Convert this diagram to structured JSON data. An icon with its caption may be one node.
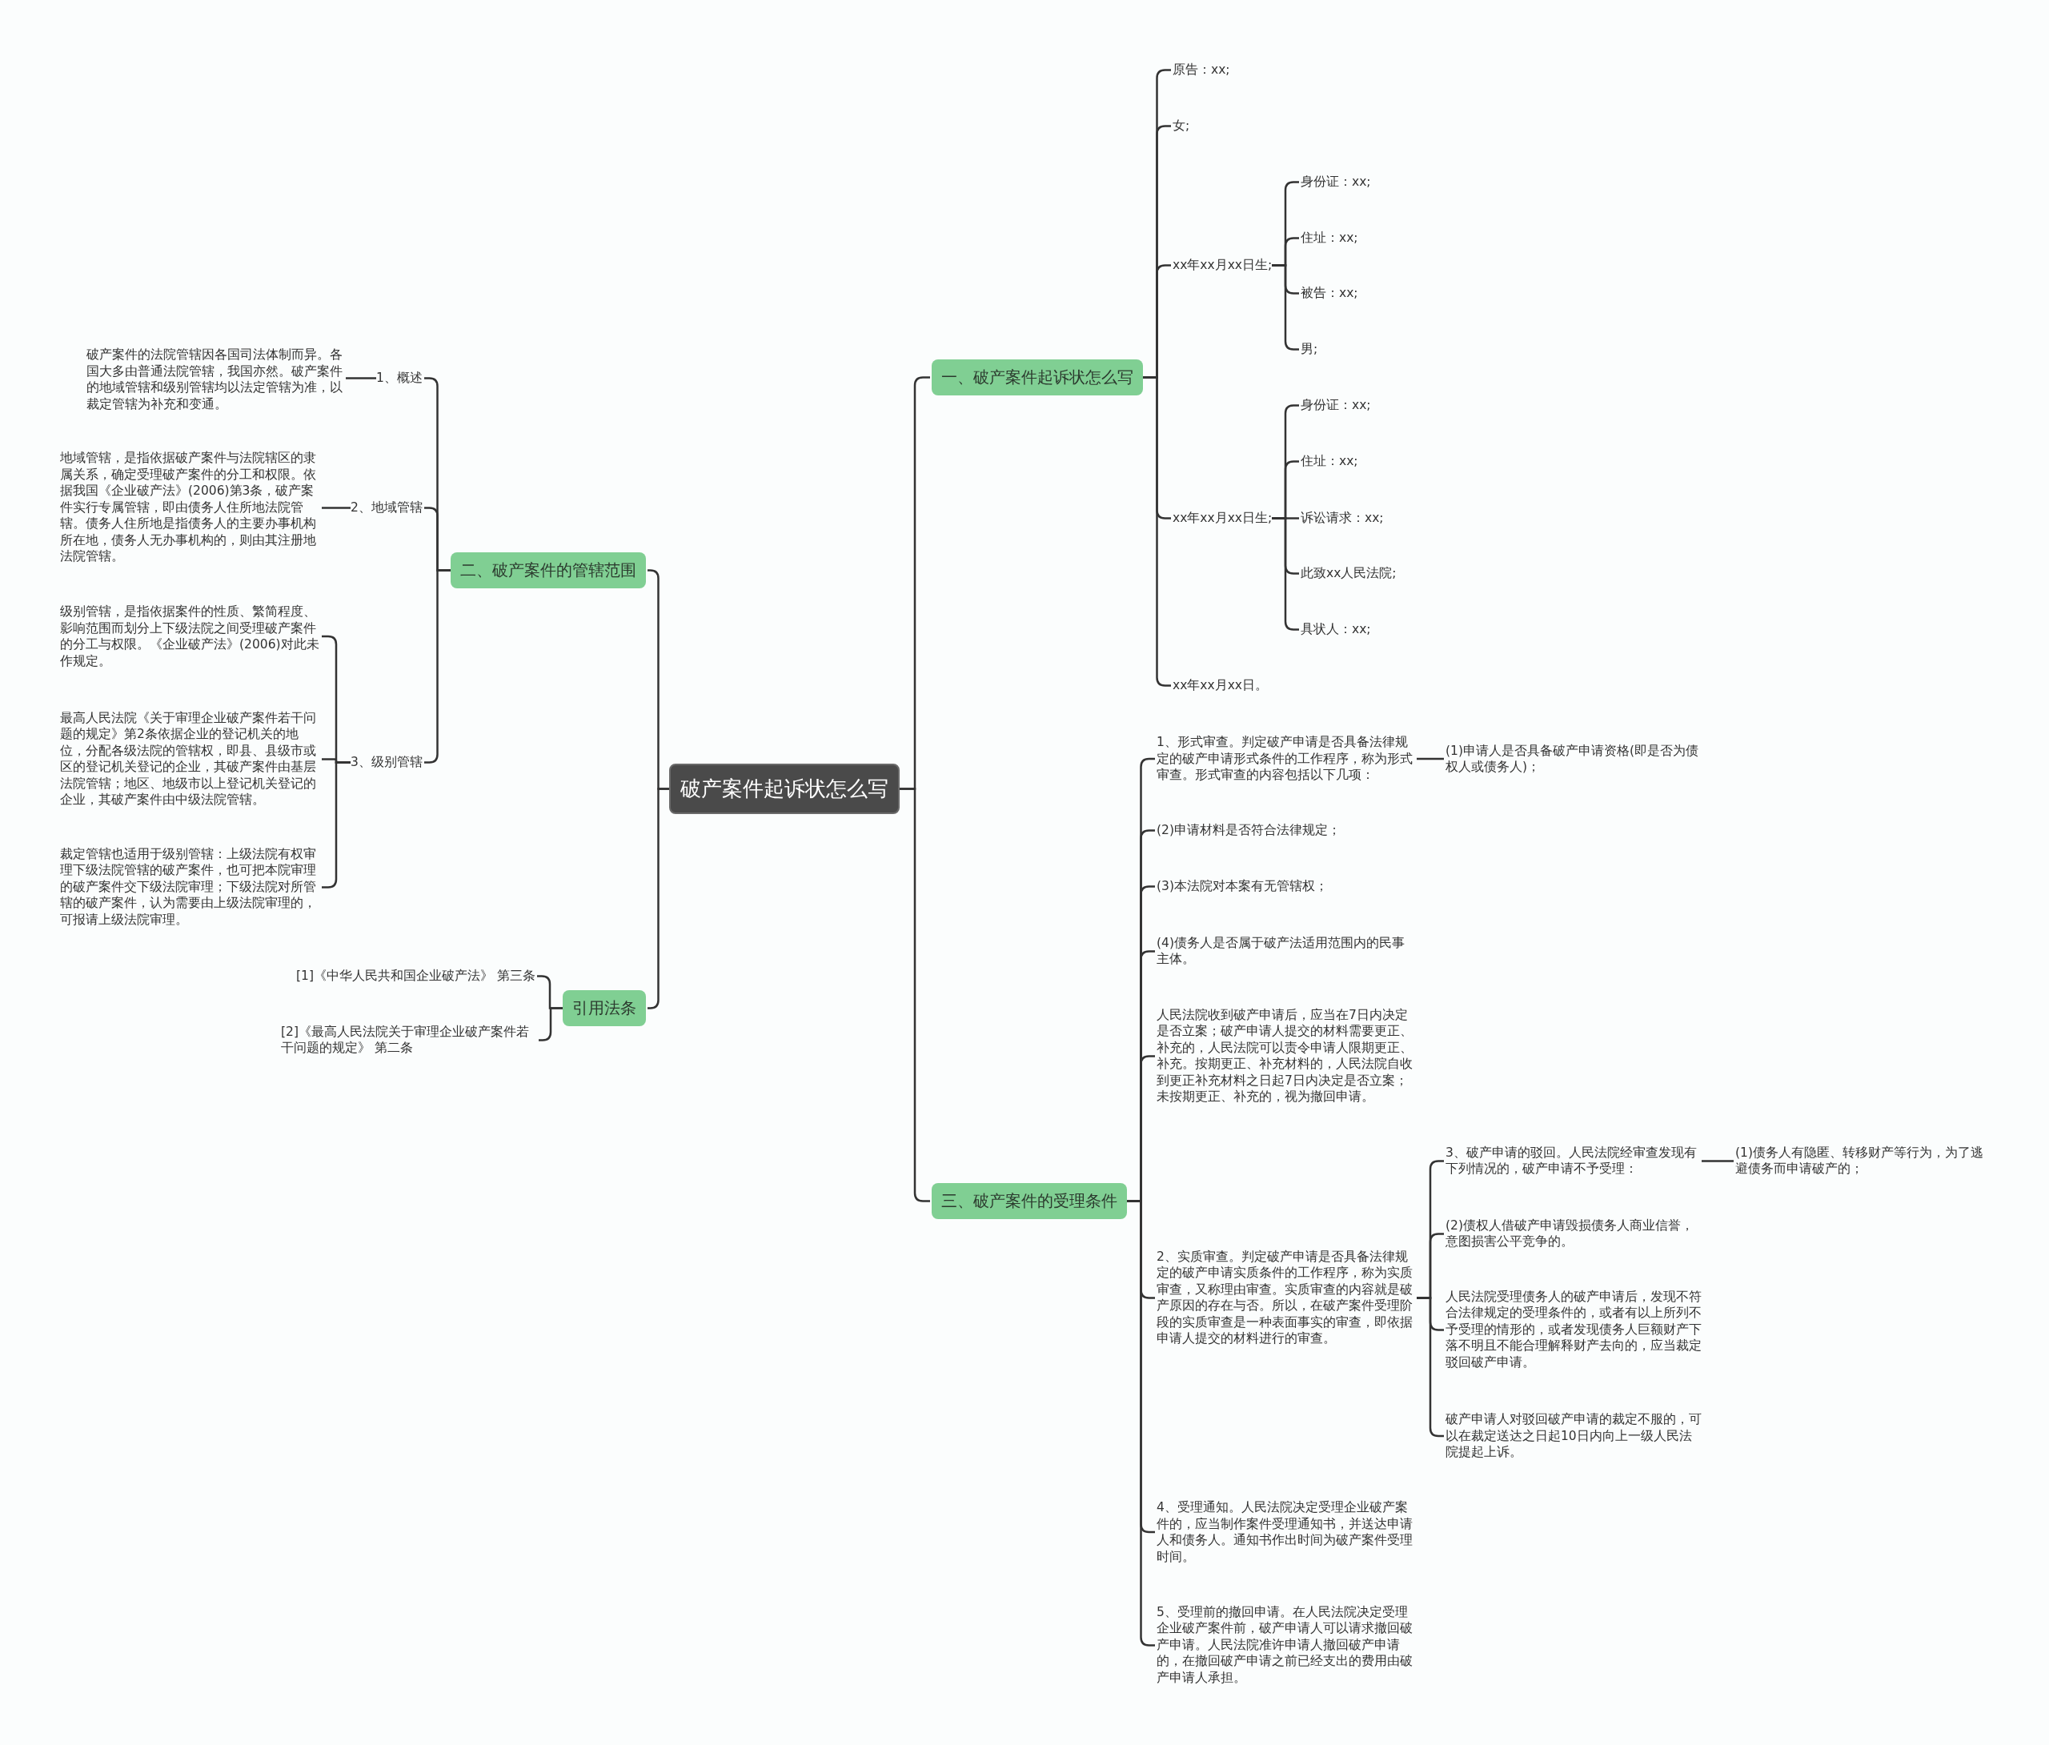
{
  "diagram": {
    "nodes": [
      {
        "text": [
          "破产案件起诉状怎么写"
        ]
      },
      {
        "text": [
          "一、破产案件起诉状怎么写"
        ]
      },
      {
        "text": [
          "原告：xx;"
        ]
      },
      {
        "text": [
          "女;"
        ]
      },
      {
        "text": [
          "xx年xx月xx日生;"
        ]
      },
      {
        "text": [
          "身份证：xx;"
        ]
      },
      {
        "text": [
          "住址：xx;"
        ]
      },
      {
        "text": [
          "被告：xx;"
        ]
      },
      {
        "text": [
          "男;"
        ]
      },
      {
        "text": [
          "xx年xx月xx日生;"
        ]
      },
      {
        "text": [
          "身份证：xx;"
        ]
      },
      {
        "text": [
          "住址：xx;"
        ]
      },
      {
        "text": [
          "诉讼请求：xx;"
        ]
      },
      {
        "text": [
          "此致xx人民法院;"
        ]
      },
      {
        "text": [
          "具状人：xx;"
        ]
      },
      {
        "text": [
          "xx年xx月xx日。"
        ]
      },
      {
        "text": [
          "二、破产案件的管辖范围"
        ]
      },
      {
        "text": [
          "1、概述"
        ]
      },
      {
        "text": [
          "破产案件的法院管辖因各国司法体制而异。各国大多由普通法院管辖，我国亦然。破产案件的地域管辖和级别管辖均以法定管辖为准，以裁定管辖为补充和变通。"
        ]
      },
      {
        "text": [
          "2、地域管辖"
        ]
      },
      {
        "text": [
          "地域管辖，是指依据破产案件与法院辖区的隶属关系，确定受理破产案件的分工和权限。依据我国《企业破产法》(2006)第3条，破产案件实行专属管辖，即由债务人住所地法院管辖。债务人住所地是指债务人的主要办事机构所在地，债务人无办事机构的，则由其注册地法院管辖。"
        ]
      },
      {
        "text": [
          "3、级别管辖"
        ]
      },
      {
        "text": [
          "级别管辖，是指依据案件的性质、繁简程度、影响范围而划分上下级法院之间受理破产案件的分工与权限。《企业破产法》(2006)对此未作规定。"
        ]
      },
      {
        "text": [
          "最高人民法院《关于审理企业破产案件若干问题的规定》第2条依据企业的登记机关的地位，分配各级法院的管辖权，即县、县级市或区的登记机关登记的企业，其破产案件由基层法院管辖；地区、地级市以上登记机关登记的企业，其破产案件由中级法院管辖。"
        ]
      },
      {
        "text": [
          "裁定管辖也适用于级别管辖：上级法院有权审理下级法院管辖的破产案件，也可把本院审理的破产案件交下级法院审理；下级法院对所管辖的破产案件，认为需要由上级法院审理的，可报请上级法院审理。"
        ]
      },
      {
        "text": [
          "引用法条"
        ]
      },
      {
        "text": [
          "[1]《中华人民共和国企业破产法》 第三条"
        ]
      },
      {
        "text": [
          "[2]《最高人民法院关于审理企业破产案件若干问题的规定》 第二条"
        ]
      },
      {
        "text": [
          "三、破产案件的受理条件"
        ]
      },
      {
        "text": [
          "1、形式审查。判定破产申请是否具备法律规定的破产申请形式条件的工作程序，称为形式审查。形式审查的内容包括以下几项："
        ]
      },
      {
        "text": [
          "(1)申请人是否具备破产申请资格(即是否为债权人或债务人)；"
        ]
      },
      {
        "text": [
          "(2)申请材料是否符合法律规定；"
        ]
      },
      {
        "text": [
          "(3)本法院对本案有无管辖权；"
        ]
      },
      {
        "text": [
          "(4)债务人是否属于破产法适用范围内的民事主体。"
        ]
      },
      {
        "text": [
          "人民法院收到破产申请后，应当在7日内决定是否立案；破产申请人提交的材料需要更正、补充的，人民法院可以责令申请人限期更正、补充。按期更正、补充材料的，人民法院自收到更正补充材料之日起7日内决定是否立案；未按期更正、补充的，视为撤回申请。"
        ]
      },
      {
        "text": [
          "2、实质审查。判定破产申请是否具备法律规定的破产申请实质条件的工作程序，称为实质审查，又称理由审查。实质审查的内容就是破产原因的存在与否。所以，在破产案件受理阶段的实质审查是一种表面事实的审查，即依据申请人提交的材料进行的审查。"
        ]
      },
      {
        "text": [
          "3、破产申请的驳回。人民法院经审查发现有下列情况的，破产申请不予受理："
        ]
      },
      {
        "text": [
          "(1)债务人有隐匿、转移财产等行为，为了逃避债务而申请破产的；"
        ]
      },
      {
        "text": [
          "(2)债权人借破产申请毁损债务人商业信誉，意图损害公平竞争的。"
        ]
      },
      {
        "text": [
          "人民法院受理债务人的破产申请后，发现不符合法律规定的受理条件的，或者有以上所列不予受理的情形的，或者发现债务人巨额财产下落不明且不能合理解释财产去向的，应当裁定驳回破产申请。"
        ]
      },
      {
        "text": [
          "破产申请人对驳回破产申请的裁定不服的，可以在裁定送达之日起10日内向上一级人民法院提起上诉。"
        ]
      },
      {
        "text": [
          "4、受理通知。人民法院决定受理企业破产案件的，应当制作案件受理通知书，并送达申请人和债务人。通知书作出时间为破产案件受理时间。"
        ]
      },
      {
        "text": [
          "5、受理前的撤回申请。在人民法院决定受理企业破产案件前，破产申请人可以请求撤回破产申请。人民法院准许申请人撤回破产申请的，在撤回破产申请之前已经支出的费用由破产申请人承担。"
        ]
      }
    ],
    "edges": [
      {
        "from": 0,
        "to": 1,
        "arrow": "none"
      },
      {
        "from": 1,
        "to": 2,
        "arrow": "none"
      },
      {
        "from": 1,
        "to": 3,
        "arrow": "none"
      },
      {
        "from": 1,
        "to": 4,
        "arrow": "none"
      },
      {
        "from": 4,
        "to": 5,
        "arrow": "none"
      },
      {
        "from": 4,
        "to": 6,
        "arrow": "none"
      },
      {
        "from": 4,
        "to": 7,
        "arrow": "none"
      },
      {
        "from": 4,
        "to": 8,
        "arrow": "none"
      },
      {
        "from": 1,
        "to": 9,
        "arrow": "none"
      },
      {
        "from": 9,
        "to": 10,
        "arrow": "none"
      },
      {
        "from": 9,
        "to": 11,
        "arrow": "none"
      },
      {
        "from": 9,
        "to": 12,
        "arrow": "none"
      },
      {
        "from": 9,
        "to": 13,
        "arrow": "none"
      },
      {
        "from": 9,
        "to": 14,
        "arrow": "none"
      },
      {
        "from": 1,
        "to": 15,
        "arrow": "none"
      },
      {
        "from": 0,
        "to": 16,
        "arrow": "none"
      },
      {
        "from": 16,
        "to": 17,
        "arrow": "none"
      },
      {
        "from": 17,
        "to": 18,
        "arrow": "none"
      },
      {
        "from": 16,
        "to": 19,
        "arrow": "none"
      },
      {
        "from": 19,
        "to": 20,
        "arrow": "none"
      },
      {
        "from": 16,
        "to": 21,
        "arrow": "none"
      },
      {
        "from": 21,
        "to": 22,
        "arrow": "none"
      },
      {
        "from": 21,
        "to": 23,
        "arrow": "none"
      },
      {
        "from": 21,
        "to": 24,
        "arrow": "none"
      },
      {
        "from": 0,
        "to": 25,
        "arrow": "none"
      },
      {
        "from": 25,
        "to": 26,
        "arrow": "none"
      },
      {
        "from": 25,
        "to": 27,
        "arrow": "none"
      },
      {
        "from": 0,
        "to": 28,
        "arrow": "none"
      },
      {
        "from": 28,
        "to": 29,
        "arrow": "none"
      },
      {
        "from": 29,
        "to": 30,
        "arrow": "none"
      },
      {
        "from": 28,
        "to": 31,
        "arrow": "none"
      },
      {
        "from": 28,
        "to": 32,
        "arrow": "none"
      },
      {
        "from": 28,
        "to": 33,
        "arrow": "none"
      },
      {
        "from": 28,
        "to": 34,
        "arrow": "none"
      },
      {
        "from": 28,
        "to": 35,
        "arrow": "none"
      },
      {
        "from": 35,
        "to": 36,
        "arrow": "none"
      },
      {
        "from": 36,
        "to": 37,
        "arrow": "none"
      },
      {
        "from": 35,
        "to": 38,
        "arrow": "none"
      },
      {
        "from": 35,
        "to": 39,
        "arrow": "none"
      },
      {
        "from": 35,
        "to": 40,
        "arrow": "none"
      },
      {
        "from": 28,
        "to": 41,
        "arrow": "none"
      },
      {
        "from": 28,
        "to": 42,
        "arrow": "none"
      }
    ]
  }
}
